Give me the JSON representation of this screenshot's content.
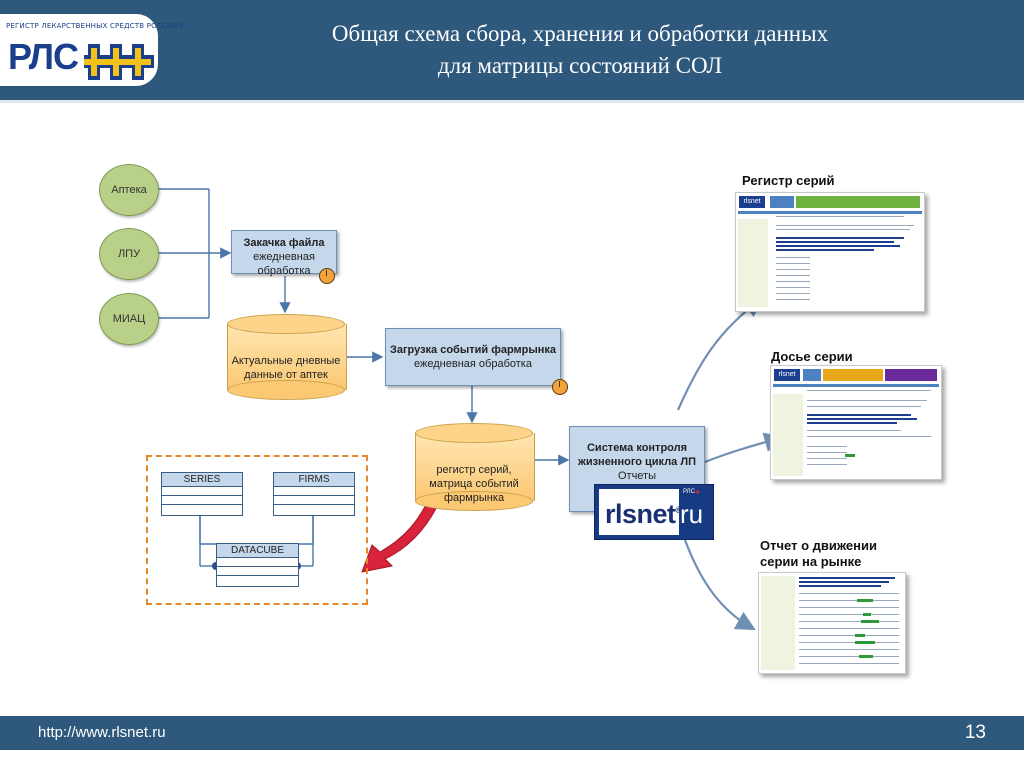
{
  "header": {
    "logo_tagline": "РЕГИСТР ЛЕКАРСТВЕННЫХ СРЕДСТВ РОССИИ®",
    "logo_name": "РЛС",
    "title_line1": "Общая схема сбора, хранения и обработки данных",
    "title_line2": "для матрицы состояний СОЛ"
  },
  "sources": [
    "Аптека",
    "ЛПУ",
    "МИАЦ"
  ],
  "process_download": {
    "title": "Закачка файла",
    "subtitle": "ежедневная обработка"
  },
  "db_actual": {
    "line1": "Актуальные дневные",
    "line2": "данные от аптек"
  },
  "process_events": {
    "title": "Загрузка событий фармрынка",
    "subtitle": "ежедневная обработка"
  },
  "db_registry": {
    "line1": "регистр серий,",
    "line2": "матрица событий",
    "line3": "фармрынка"
  },
  "tables": {
    "series": "SERIES",
    "firms": "FIRMS",
    "datacube": "DATACUBE"
  },
  "control_system": {
    "line1": "Система контроля",
    "line2": "жизненного цикла ЛП",
    "line3": "Отчеты"
  },
  "rlsnet_logo": {
    "name": "rlsnet",
    "domain": "ru",
    "reg": "®",
    "badge": "РЛС"
  },
  "outputs": {
    "registry": "Регистр серий",
    "dossier": "Досье серии",
    "movement_line1": "Отчет о движении",
    "movement_line2": "серии на рынке"
  },
  "footer": {
    "url": "http://www.rlsnet.ru",
    "page": "13"
  },
  "colors": {
    "header": "#2e587c",
    "circle": "#b9d089",
    "process": "#c5d7ea",
    "database": "#fbc873",
    "dashed": "#e7882b",
    "red_arrow": "#d9233b"
  }
}
